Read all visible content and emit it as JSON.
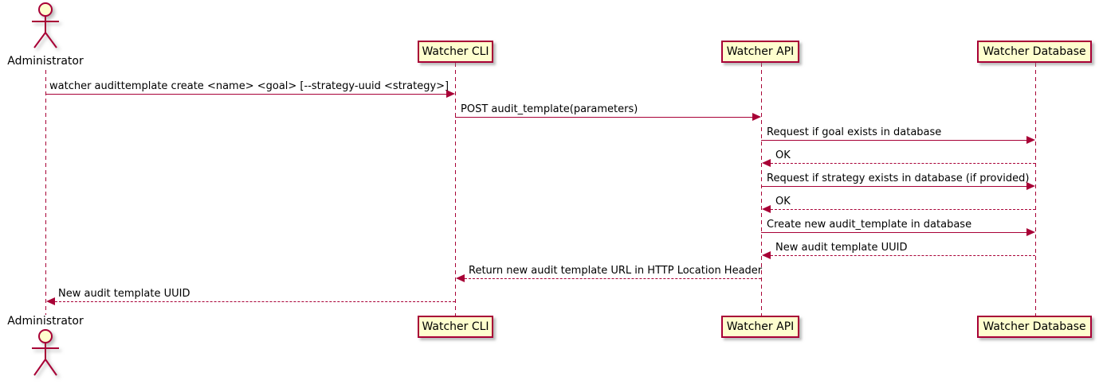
{
  "colors": {
    "accent": "#A80036",
    "participant_fill": "#FEFECE",
    "text": "#000000",
    "background": "#FFFFFF"
  },
  "actor": {
    "name": "Administrator"
  },
  "participants": [
    {
      "label": "Watcher CLI"
    },
    {
      "label": "Watcher API"
    },
    {
      "label": "Watcher Database"
    }
  ],
  "messages": [
    {
      "text": "watcher audittemplate create <name> <goal> [--strategy-uuid <strategy>]",
      "from": "Administrator",
      "to": "Watcher CLI",
      "line": "solid"
    },
    {
      "text": "POST audit_template(parameters)",
      "from": "Watcher CLI",
      "to": "Watcher API",
      "line": "solid"
    },
    {
      "text": "Request if goal exists in database",
      "from": "Watcher API",
      "to": "Watcher Database",
      "line": "solid"
    },
    {
      "text": "OK",
      "from": "Watcher Database",
      "to": "Watcher API",
      "line": "dashed"
    },
    {
      "text": "Request if strategy exists in database (if provided)",
      "from": "Watcher API",
      "to": "Watcher Database",
      "line": "solid"
    },
    {
      "text": "OK",
      "from": "Watcher Database",
      "to": "Watcher API",
      "line": "dashed"
    },
    {
      "text": "Create new audit_template in database",
      "from": "Watcher API",
      "to": "Watcher Database",
      "line": "solid"
    },
    {
      "text": "New audit template UUID",
      "from": "Watcher Database",
      "to": "Watcher API",
      "line": "dashed"
    },
    {
      "text": "Return new audit template URL in HTTP Location Header",
      "from": "Watcher API",
      "to": "Watcher CLI",
      "line": "dashed"
    },
    {
      "text": "New audit template UUID",
      "from": "Watcher CLI",
      "to": "Administrator",
      "line": "dashed"
    }
  ]
}
